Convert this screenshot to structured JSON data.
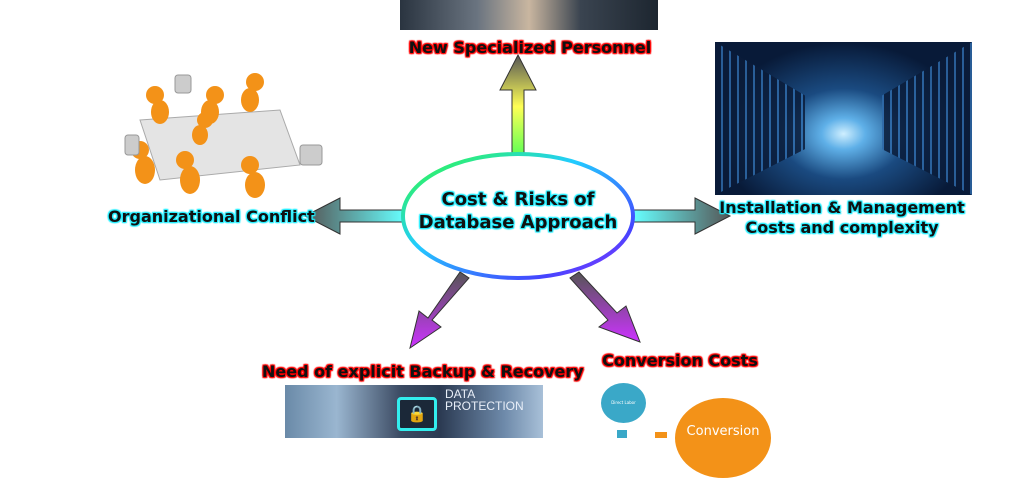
{
  "center": {
    "line1": "Cost & Risks of",
    "line2": "Database Approach"
  },
  "labels": {
    "top": "New Specialized Personnel",
    "left": "Organizational Conflict",
    "right_line1": "Installation & Management",
    "right_line2": "Costs and complexity",
    "bottom_left": "Need of explicit Backup & Recovery",
    "bottom_right": "Conversion Costs"
  },
  "images": {
    "data_protection_line1": "DATA",
    "data_protection_line2": "PROTECTION",
    "direct_labor": "Direct Labor",
    "conversion": "Conversion"
  }
}
